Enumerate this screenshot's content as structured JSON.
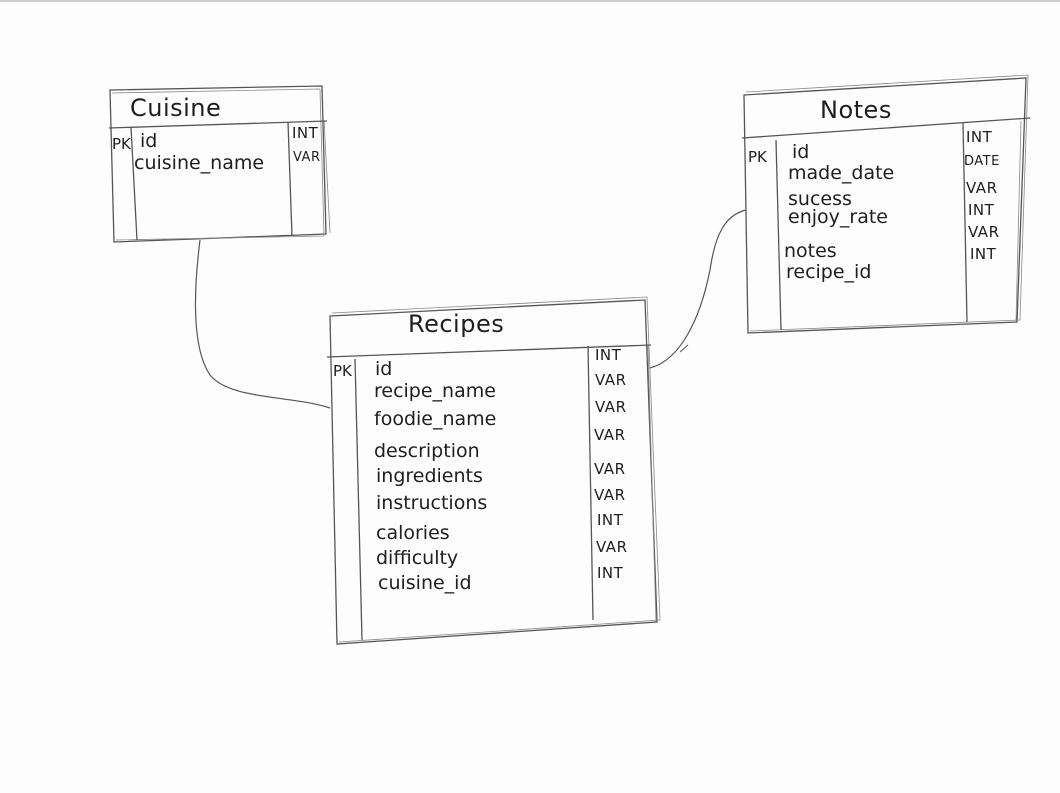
{
  "tables": {
    "cuisine": {
      "title": "Cuisine",
      "pk": "PK",
      "fields": [
        "id",
        "cuisine_name"
      ],
      "types": [
        "INT",
        "VAR"
      ]
    },
    "recipes": {
      "title": "Recipes",
      "pk": "PK",
      "fields": [
        "id",
        "recipe_name",
        "foodie_name",
        "description",
        "ingredients",
        "instructions",
        "calories",
        "difficulty",
        "cuisine_id"
      ],
      "types": [
        "INT",
        "VAR",
        "VAR",
        "VAR",
        "VAR",
        "VAR",
        "INT",
        "VAR",
        "INT"
      ]
    },
    "notes": {
      "title": "Notes",
      "pk": "PK",
      "fields": [
        "id",
        "made_date",
        "sucess",
        "enjoy_rate",
        "notes",
        "recipe_id"
      ],
      "types": [
        "INT",
        "DATE",
        "VAR",
        "INT",
        "VAR",
        "INT"
      ]
    }
  },
  "relationships": [
    {
      "from": "Cuisine",
      "to": "Recipes"
    },
    {
      "from": "Recipes",
      "to": "Notes"
    }
  ]
}
